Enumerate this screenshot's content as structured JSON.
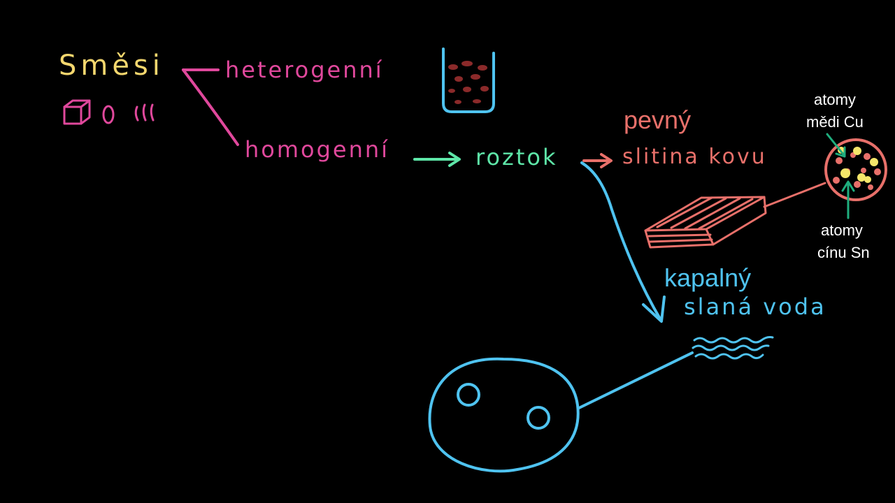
{
  "labels": {
    "mixtures": "Směsi",
    "heterogeneous": "heterogenní",
    "homogeneous": "homogenní",
    "solution": "roztok",
    "solid": "pevný",
    "alloy": "slitina kovu",
    "liquid": "kapalný",
    "salt_water": "slaná voda",
    "copper_atoms_line1": "atomy",
    "copper_atoms_line2": "mědi Cu",
    "tin_atoms_line1": "atomy",
    "tin_atoms_line2": "cínu Sn"
  },
  "colors": {
    "background": "#000000",
    "mixtures": "#f5d76e",
    "magenta": "#e0489c",
    "green": "#5ee6a8",
    "salmon": "#e8706a",
    "blue": "#4fc3f0",
    "annotation": "#ffffff",
    "arrow_green": "#1fae7e",
    "beaker_particle": "#8b2a2a",
    "copper_atom": "#f5e66a",
    "tin_atom": "#e8706a"
  },
  "icons": [
    "cube-icon",
    "drop-icon",
    "wavy-lines-icon",
    "beaker-icon",
    "metal-bar-icon",
    "atom-circle-icon",
    "water-waves-icon",
    "salt-water-circle-icon"
  ]
}
